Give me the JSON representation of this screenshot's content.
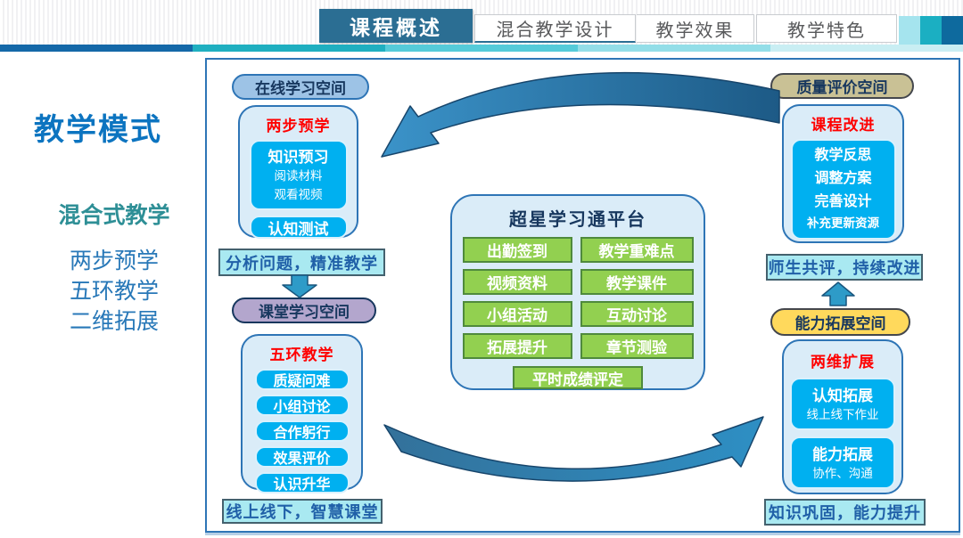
{
  "header": {
    "tabs": [
      {
        "label": "课程概述",
        "active": true
      },
      {
        "label": "混合教学设计",
        "active": false
      },
      {
        "label": "教学效果",
        "active": false
      },
      {
        "label": "教学特色",
        "active": false
      }
    ]
  },
  "sidebar": {
    "title": "教学模式",
    "subtitle": "混合式教学",
    "items": [
      "两步预学",
      "五环教学",
      "二维拓展"
    ]
  },
  "diagram": {
    "online_space": {
      "tag": "在线学习空间",
      "card_title": "两步预学",
      "step1_title": "知识预习",
      "step1_items": [
        "阅读材料",
        "观看视频"
      ],
      "step2_title": "认知测试",
      "note": "分析问题，精准教学"
    },
    "classroom_space": {
      "tag": "课堂学习空间",
      "card_title": "五环教学",
      "items": [
        "质疑问难",
        "小组讨论",
        "合作躬行",
        "效果评价",
        "认识升华"
      ],
      "note": "线上线下，智慧课堂"
    },
    "platform": {
      "title": "超星学习通平台",
      "left_items": [
        "出勤签到",
        "视频资料",
        "小组活动",
        "拓展提升"
      ],
      "right_items": [
        "教学重难点",
        "教学课件",
        "互动讨论",
        "章节测验"
      ],
      "bottom_item": "平时成绩评定"
    },
    "quality_space": {
      "tag": "质量评价空间",
      "card_title": "课程改进",
      "items": [
        "教学反思",
        "调整方案",
        "完善设计",
        "补充更新资源"
      ],
      "note": "师生共评，持续改进"
    },
    "ability_space": {
      "tag": "能力拓展空间",
      "card_title": "两维扩展",
      "block1_title": "认知拓展",
      "block1_sub": "线上线下作业",
      "block2_title": "能力拓展",
      "block2_sub": "协作、沟通",
      "note": "知识巩固，能力提升"
    }
  },
  "colors": {
    "active_tab": "#2b6e93",
    "panel_border": "#2e75b6",
    "card_bg": "#daecf8",
    "cyan_block": "#00b0f0",
    "green_block": "#92d050",
    "red_header": "#ff0000",
    "navy_text": "#17375e",
    "note_bg": "#a9e9f1",
    "stadium_online": "#9dc3e6",
    "stadium_classroom": "#b3a6cd",
    "stadium_quality": "#c9c195",
    "stadium_ability": "#ffd95c",
    "title_blue": "#0c74c0",
    "subtitle_teal": "#2e8f96"
  }
}
